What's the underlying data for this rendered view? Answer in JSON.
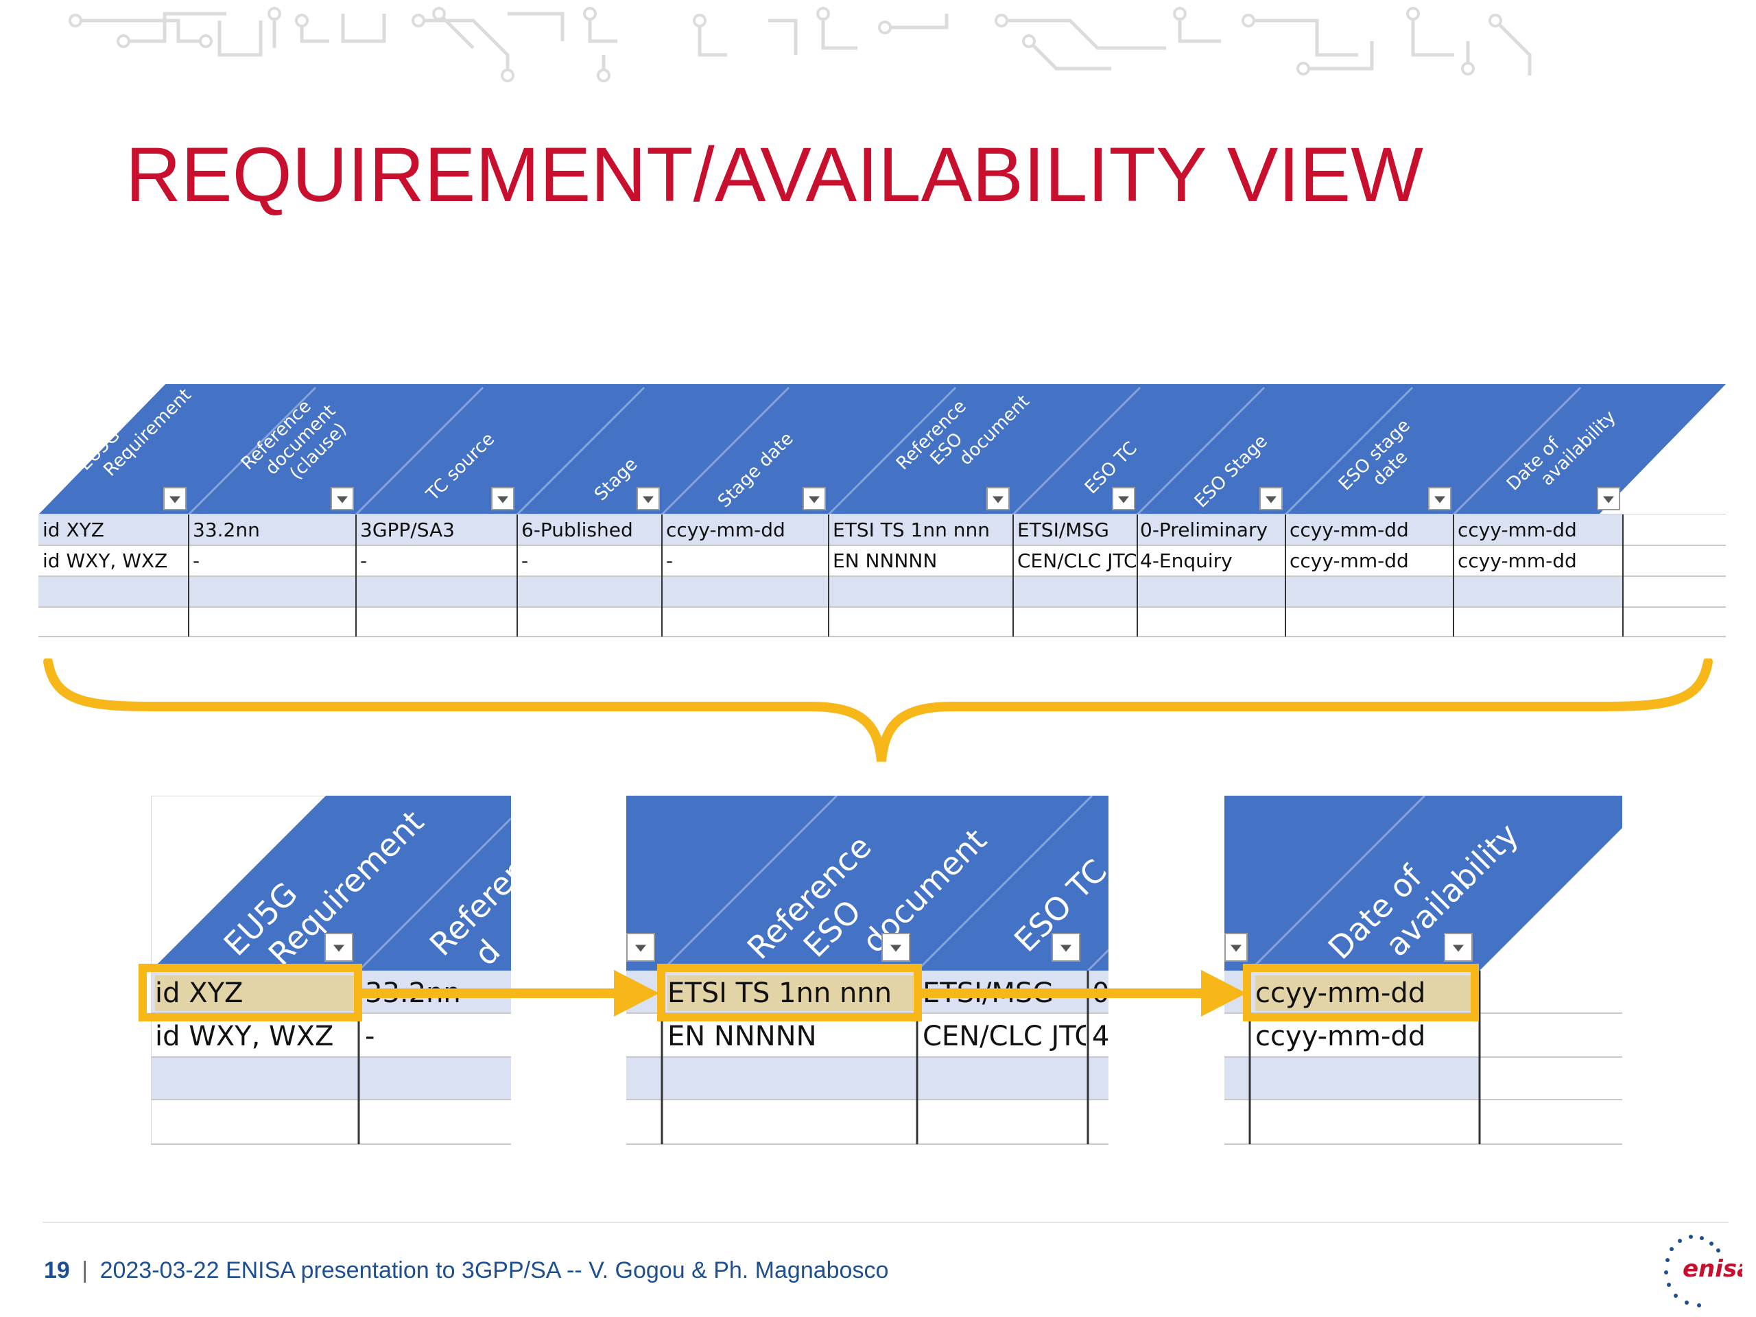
{
  "slide": {
    "title": "REQUIREMENT/AVAILABILITY VIEW",
    "page_number": "19",
    "footer_separator": "|",
    "footer_text": "2023-03-22 ENISA presentation to 3GPP/SA -- V. Gogou & Ph. Magnabosco",
    "logo_text": "enisa"
  },
  "colors": {
    "title": "#c8102e",
    "header": "#4472c4",
    "band": "#d9e1f2",
    "highlight": "#f7b719",
    "footer": "#1d4f91"
  },
  "table": {
    "headers": [
      [
        "EU5G",
        "Requirement"
      ],
      [
        "Reference",
        "document",
        "(clause)"
      ],
      [
        "TC source"
      ],
      [
        "Stage"
      ],
      [
        "Stage date"
      ],
      [
        "Reference",
        "ESO",
        "document"
      ],
      [
        "ESO TC"
      ],
      [
        "ESO Stage"
      ],
      [
        "ESO stage",
        "date"
      ],
      [
        "Date of",
        "availability"
      ]
    ],
    "rows": [
      [
        "id XYZ",
        "33.2nn",
        "3GPP/SA3",
        "6-Published",
        "ccyy-mm-dd",
        "ETSI TS 1nn nnn",
        "ETSI/MSG",
        "0-Preliminary",
        "ccyy-mm-dd",
        "ccyy-mm-dd"
      ],
      [
        "id WXY, WXZ",
        "-",
        "-",
        "-",
        "-",
        "EN NNNNN",
        "CEN/CLC JTC",
        "4-Enquiry",
        "ccyy-mm-dd",
        "ccyy-mm-dd"
      ],
      [
        "",
        "",
        "",
        "",
        "",
        "",
        "",
        "",
        "",
        ""
      ],
      [
        "",
        "",
        "",
        "",
        "",
        "",
        "",
        "",
        "",
        ""
      ]
    ]
  },
  "zoom": {
    "left": {
      "headers": [
        [
          "EU5G",
          "Requirement"
        ],
        [
          "Referen",
          "d"
        ]
      ],
      "row1": [
        "id XYZ",
        "33.2nn"
      ],
      "row2": [
        "id WXY, WXZ",
        "-"
      ]
    },
    "mid": {
      "headers": [
        [
          "Reference",
          "ESO",
          "document"
        ],
        [
          "ESO TC"
        ]
      ],
      "row1": [
        "ETSI TS 1nn nnn",
        "ETSI/MSG",
        "0"
      ],
      "row2": [
        "EN NNNNN",
        "CEN/CLC JTC",
        "4"
      ]
    },
    "right": {
      "headers": [
        [
          "Date of",
          "availability"
        ]
      ],
      "row1": [
        "ccyy-mm-dd"
      ],
      "row2": [
        "ccyy-mm-dd"
      ]
    }
  }
}
